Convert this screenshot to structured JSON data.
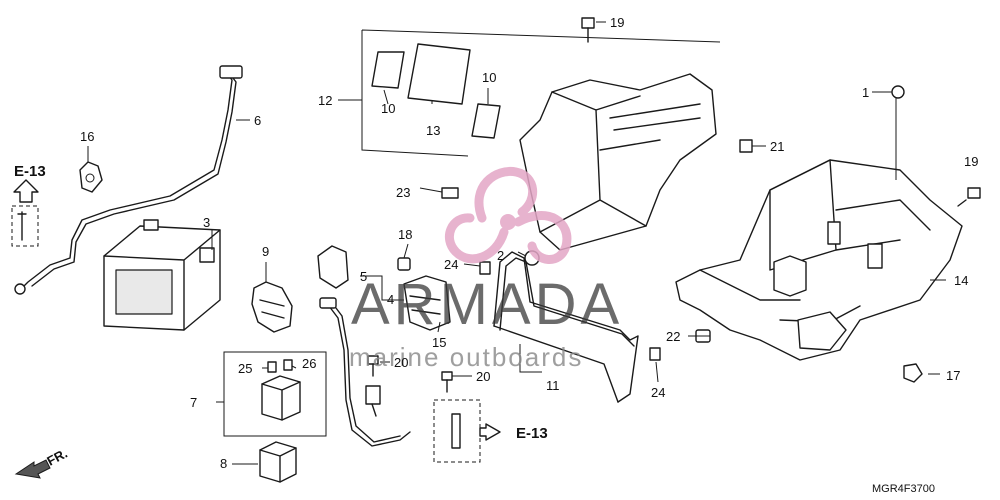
{
  "callouts": [
    "1",
    "2",
    "3",
    "4",
    "5",
    "6",
    "7",
    "8",
    "9",
    "10",
    "10",
    "11",
    "12",
    "13",
    "14",
    "15",
    "16",
    "17",
    "18",
    "19",
    "19",
    "20",
    "20",
    "21",
    "22",
    "23",
    "24",
    "24",
    "25",
    "26"
  ],
  "refs": {
    "left": "E-13",
    "right": "E-13"
  },
  "front_marker": "FR.",
  "watermark": {
    "brand": "ARMADA",
    "tagline": "marine outboards"
  },
  "diagram_code": "MGR4F3700",
  "colors": {
    "line": "#1a1a1a",
    "watermark_logo": "#e3a6c6"
  }
}
